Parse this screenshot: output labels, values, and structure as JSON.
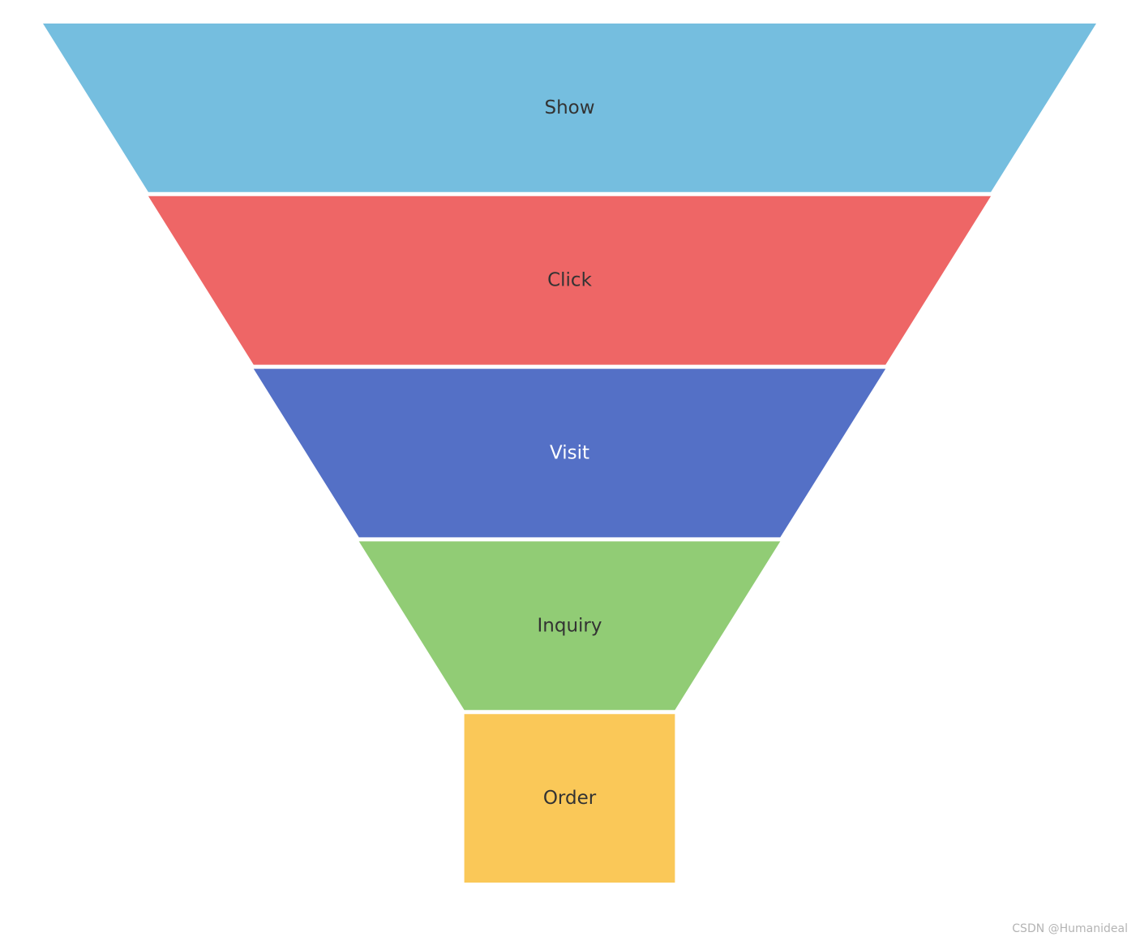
{
  "chart_data": {
    "type": "funnel",
    "sort": "descending",
    "categories": [
      "Show",
      "Click",
      "Visit",
      "Inquiry",
      "Order"
    ],
    "values": [
      100,
      80,
      60,
      40,
      20
    ],
    "colors": [
      "#75bedf",
      "#ee6666",
      "#5470c6",
      "#91cc75",
      "#fac858"
    ],
    "label_colors": [
      "#333333",
      "#333333",
      "#ffffff",
      "#333333",
      "#333333"
    ],
    "min": 0,
    "max": 100,
    "label_position": "inside"
  },
  "watermark": "CSDN @Humanideal"
}
